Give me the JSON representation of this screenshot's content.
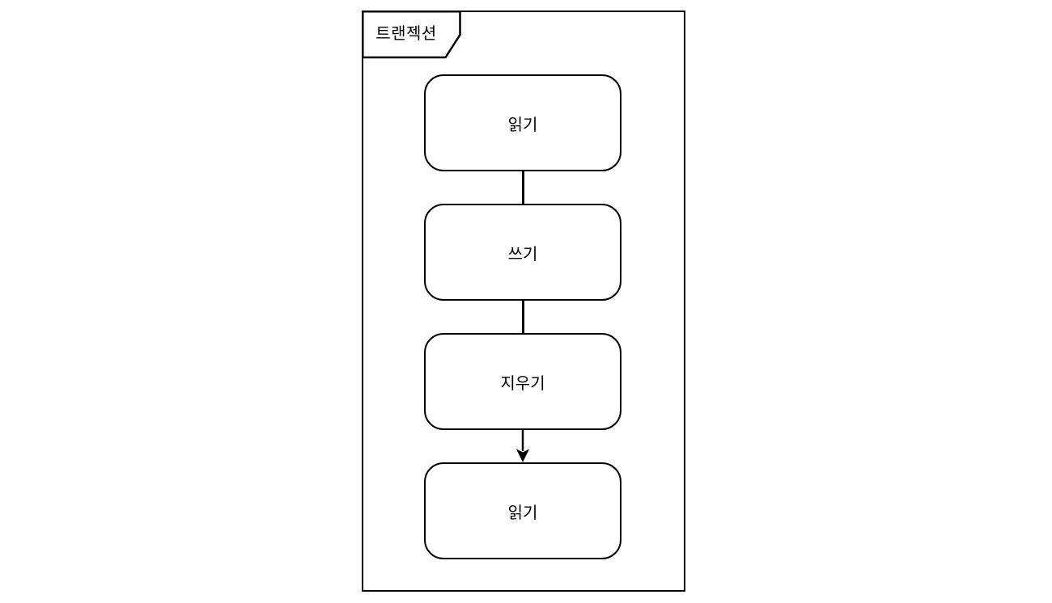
{
  "diagram": {
    "frame_label": "트랜젝션",
    "nodes": [
      {
        "id": "node-read-1",
        "label": "읽기"
      },
      {
        "id": "node-write",
        "label": "쓰기"
      },
      {
        "id": "node-erase",
        "label": "지우기"
      },
      {
        "id": "node-read-2",
        "label": "읽기"
      }
    ],
    "connectors": [
      {
        "from": 0,
        "to": 1,
        "arrow": "none"
      },
      {
        "from": 1,
        "to": 2,
        "arrow": "none"
      },
      {
        "from": 2,
        "to": 3,
        "arrow": "filled-down"
      }
    ],
    "colors": {
      "stroke": "#000000",
      "fill": "#ffffff",
      "background": "#ffffff"
    }
  }
}
